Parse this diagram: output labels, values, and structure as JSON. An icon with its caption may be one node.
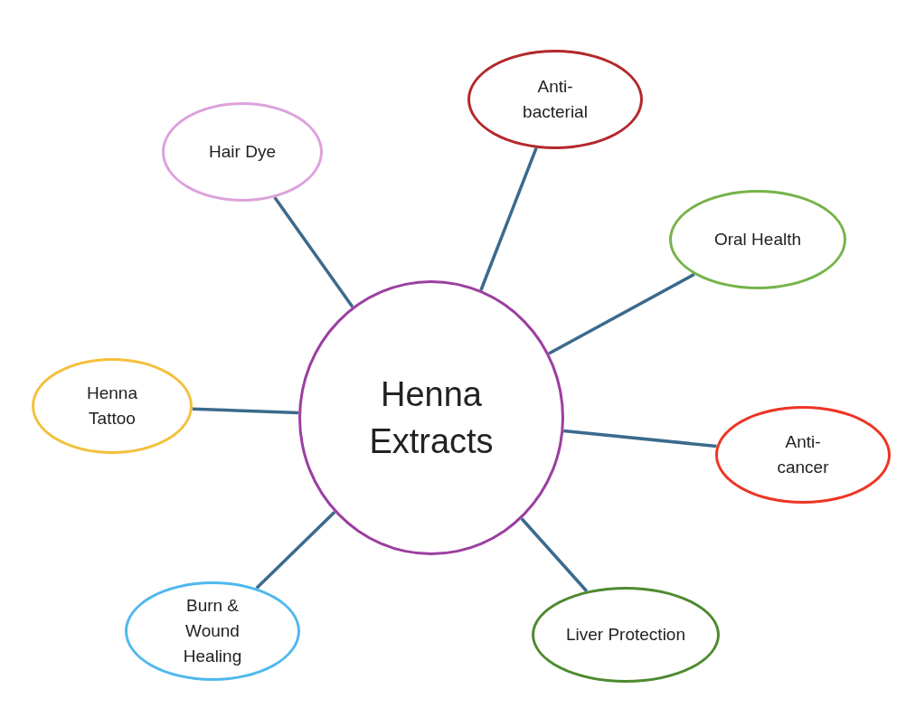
{
  "diagram": {
    "nodes": [
      {
        "text": [
          "Henna Extracts"
        ]
      },
      {
        "text": [
          "Hair Dye"
        ]
      },
      {
        "text": [
          "Anti- bacterial"
        ]
      },
      {
        "text": [
          "Oral Health"
        ]
      },
      {
        "text": [
          "Henna Tattoo"
        ]
      },
      {
        "text": [
          "Anti- cancer"
        ]
      },
      {
        "text": [
          "Burn & Wound Healing"
        ]
      },
      {
        "text": [
          "Liver Protection"
        ]
      }
    ],
    "edges": [
      {
        "from": 0,
        "to": 1,
        "arrow": "none"
      },
      {
        "from": 0,
        "to": 2,
        "arrow": "none"
      },
      {
        "from": 0,
        "to": 3,
        "arrow": "none"
      },
      {
        "from": 0,
        "to": 4,
        "arrow": "none"
      },
      {
        "from": 0,
        "to": 5,
        "arrow": "none"
      },
      {
        "from": 0,
        "to": 6,
        "arrow": "none"
      },
      {
        "from": 0,
        "to": 7,
        "arrow": "none"
      }
    ]
  }
}
